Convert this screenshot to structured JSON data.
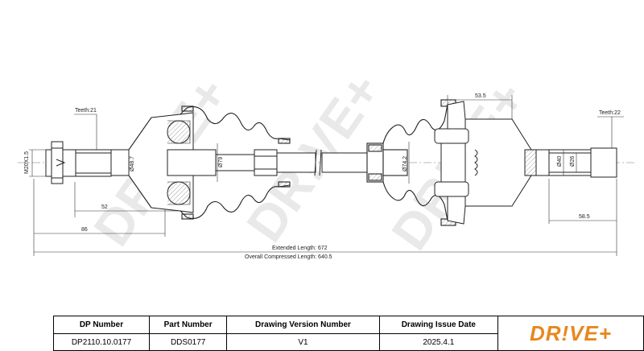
{
  "drawing": {
    "teeth_left": "Teeth:21",
    "teeth_right": "Teeth:22",
    "thread": "M20X1.5",
    "dia_left_joint": "Ø48.7",
    "dia_left_housing": "Ø79",
    "dia_right_housing": "Ø74.2",
    "dia_right_shaft": "Ø40",
    "dia_right_stub": "Ø26",
    "dim_52": "52",
    "dim_86": "86",
    "dim_53_5": "53.5",
    "dim_58_5": "58.5",
    "extended_length": "Extended  Length: 672",
    "compressed_length": "Overall  Compressed  Length: 640.5",
    "watermark": "DR!VE+"
  },
  "table": {
    "headers": [
      "DP Number",
      "Part Number",
      "Drawing Version Number",
      "Drawing Issue Date"
    ],
    "values": [
      "DP2110.10.0177",
      "DDS0177",
      "V1",
      "2025.4.1"
    ]
  },
  "logo": {
    "text": "DR!VE+",
    "color": "#e8871e"
  }
}
